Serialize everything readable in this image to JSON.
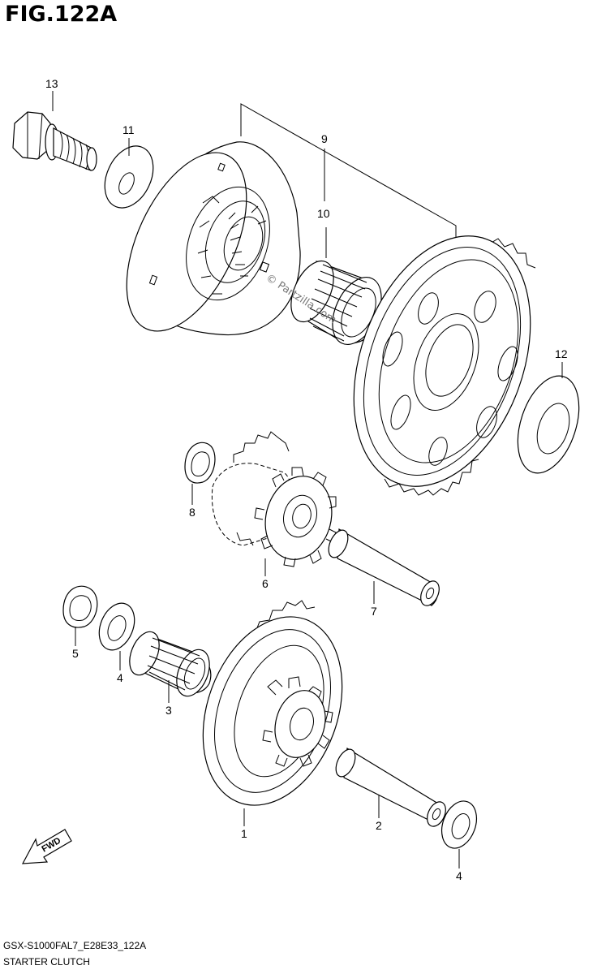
{
  "figure": {
    "title": "FIG.122A",
    "code": "GSX-S1000FAL7_E28E33_122A",
    "name": "STARTER CLUTCH",
    "watermark": "© Partzilla.com",
    "fwd_label": "FWD"
  },
  "callouts": [
    {
      "id": "13",
      "label": "13"
    },
    {
      "id": "11",
      "label": "11"
    },
    {
      "id": "9",
      "label": "9"
    },
    {
      "id": "10",
      "label": "10"
    },
    {
      "id": "12",
      "label": "12"
    },
    {
      "id": "8",
      "label": "8"
    },
    {
      "id": "6",
      "label": "6"
    },
    {
      "id": "7",
      "label": "7"
    },
    {
      "id": "5",
      "label": "5"
    },
    {
      "id": "4a",
      "label": "4"
    },
    {
      "id": "3",
      "label": "3"
    },
    {
      "id": "1",
      "label": "1"
    },
    {
      "id": "2",
      "label": "2"
    },
    {
      "id": "4b",
      "label": "4"
    }
  ]
}
